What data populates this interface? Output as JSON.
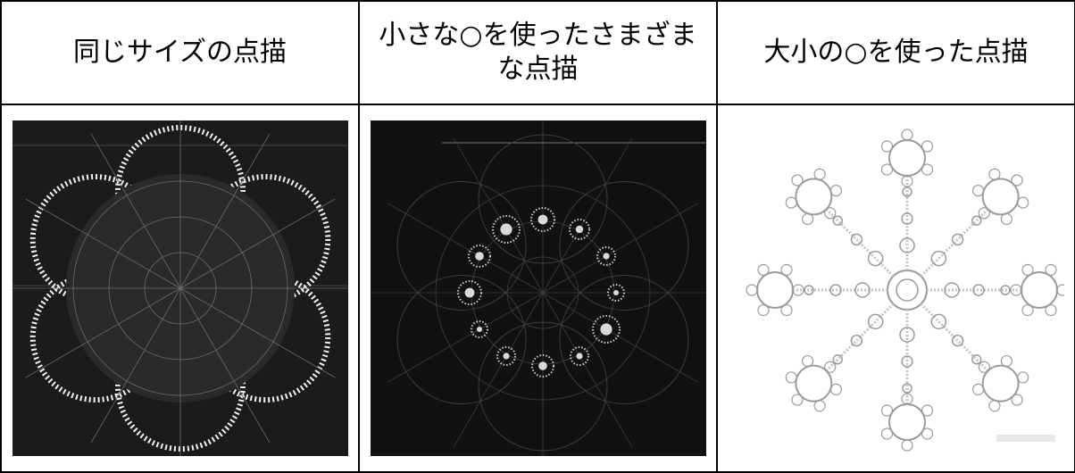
{
  "table": {
    "headers": [
      "同じサイズの点描",
      "小さな○を使ったさまざまな点描",
      "大小の○を使った点描"
    ]
  },
  "images": [
    {
      "name": "same-size-stipple-flower",
      "background": "#1b1b1b",
      "stroke": "#f2f2f2"
    },
    {
      "name": "small-circle-stipple-ring",
      "background": "#111111",
      "stroke": "#eeeeee"
    },
    {
      "name": "mixed-size-circle-snowflake",
      "background": "#ffffff",
      "stroke": "#9a9a9a"
    }
  ]
}
